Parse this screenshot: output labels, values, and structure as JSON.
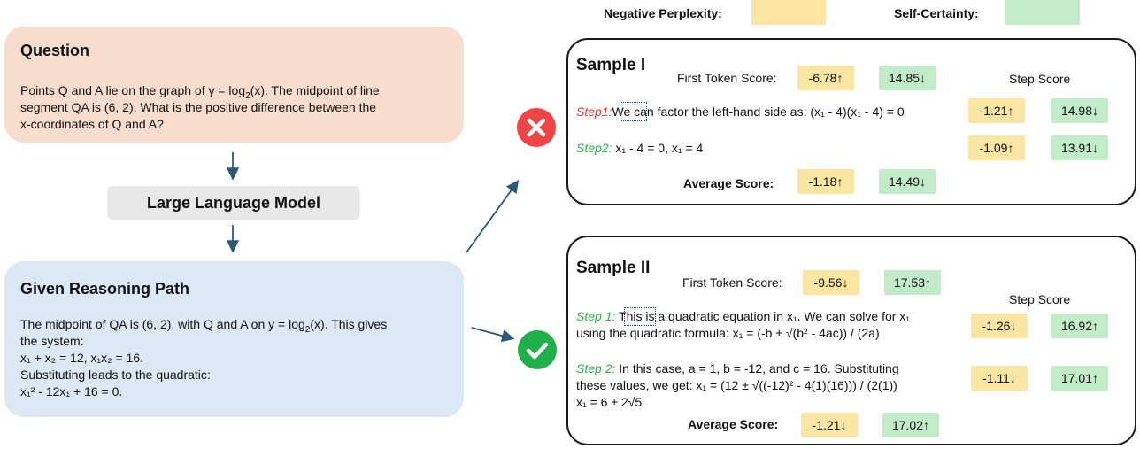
{
  "legend": {
    "negative_perplexity": "Negative Perplexity:",
    "self_certainty": "Self-Certainty:",
    "colors": {
      "negative_perplexity": "#fbe5a3",
      "self_certainty": "#c2ecc7"
    }
  },
  "question": {
    "title": "Question",
    "line1_pre": "Points Q and A lie on the graph of y = log",
    "line1_sub": "2",
    "line1_post": "(x). The midpoint of line",
    "line2": "segment QA is (6, 2). What is the positive difference between the",
    "line3": "x-coordinates of Q and A?"
  },
  "model": {
    "label": "Large Language Model"
  },
  "reasoning": {
    "title": "Given Reasoning Path",
    "line1_pre": "The midpoint of QA is (6, 2), with Q and A on y = log",
    "line1_sub": "2",
    "line1_post": "(x). This gives",
    "line2": "the system:",
    "line3": "x₁ + x₂ = 12, x₁x₂ = 16.",
    "line4": "Substituting leads to the quadratic:",
    "line5": "x₁² - 12x₁ + 16 = 0."
  },
  "sample1": {
    "title": "Sample I",
    "first_token_label": "First Token Score:",
    "first_token_np": "-6.78↑",
    "first_token_sc": "14.85↓",
    "step_score_label": "Step Score",
    "step1_label": "Step1:",
    "step1_highlight": "We",
    "step1_text": " can factor the left-hand side as: (x₁ - 4)(x₁ - 4) = 0",
    "step1_np": "-1.21↑",
    "step1_sc": "14.98↓",
    "step2_label": "Step2:",
    "step2_text": " x₁ - 4 = 0, x₁ = 4",
    "step2_np": "-1.09↑",
    "step2_sc": "13.91↓",
    "avg_label": "Average Score:",
    "avg_np": "-1.18↑",
    "avg_sc": "14.49↓",
    "verdict_icon": "cross-icon"
  },
  "sample2": {
    "title": "Sample II",
    "first_token_label": "First Token Score:",
    "first_token_np": "-9.56↓",
    "first_token_sc": "17.53↑",
    "step_score_label": "Step Score",
    "step1_label": "Step 1:",
    "step1_highlight": "This",
    "step1_text_a": " is a quadratic equation in x₁. We can solve for x₁",
    "step1_text_b": "using the quadratic formula: x₁ = (-b ± √(b² - 4ac)) / (2a)",
    "step1_np": "-1.26↓",
    "step1_sc": "16.92↑",
    "step2_label": "Step 2:",
    "step2_text_a": " In this case, a = 1, b = -12, and c = 16. Substituting",
    "step2_text_b": "these values, we get: x₁ = (12 ± √((-12)² - 4(1)(16))) / (2(1))",
    "step2_text_c": "x₁ = 6 ± 2√5",
    "step2_np": "-1.11↓",
    "step2_sc": "17.01↑",
    "avg_label": "Average Score:",
    "avg_np": "-1.21↓",
    "avg_sc": "17.02↑",
    "verdict_icon": "check-icon"
  }
}
